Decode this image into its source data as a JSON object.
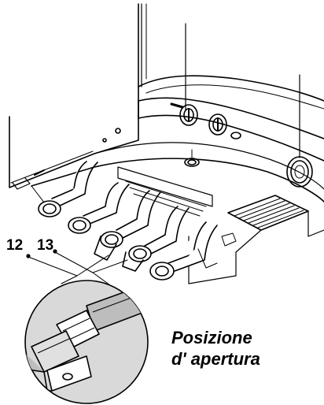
{
  "labels": {
    "callout_12": "12",
    "callout_13": "13"
  },
  "caption": {
    "line1": "Posizione",
    "line2": "d' apertura"
  },
  "colors": {
    "line": "#000000",
    "fill": "#ffffff",
    "shade": "#d9d9d9",
    "dark": "#555555"
  },
  "icons": {
    "fitting": "valve-fitting-icon",
    "gauge": "pressure-gauge-icon",
    "knob": "control-knob-icon"
  }
}
